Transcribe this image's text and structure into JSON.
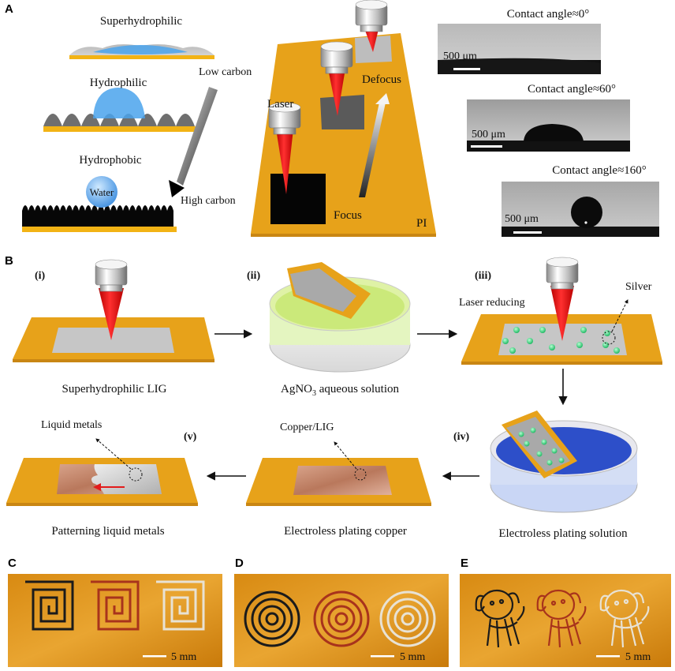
{
  "panel_labels": {
    "a": "A",
    "b": "B",
    "c": "C",
    "d": "D",
    "e": "E"
  },
  "panel_a": {
    "superhydrophilic": "Superhydrophilic",
    "hydrophilic": "Hydrophilic",
    "hydrophobic": "Hydrophobic",
    "water": "Water",
    "low_carbon": "Low carbon",
    "high_carbon": "High carbon",
    "laser": "Laser",
    "defocus": "Defocus",
    "focus": "Focus",
    "pi": "PI",
    "contact_angles": [
      "Contact angle≈0°",
      "Contact angle≈60°",
      "Contact angle≈160°"
    ],
    "scale_bar": "500 μm"
  },
  "panel_b": {
    "steps": [
      "(i)",
      "(ii)",
      "(iii)",
      "(iv)",
      "(v)"
    ],
    "superhydrophilic_lig": "Superhydrophilic LIG",
    "agno3_main": "AgNO",
    "agno3_sub": "3",
    "agno3_rest": " aqueous solution",
    "laser_reducing": "Laser reducing",
    "silver": "Silver",
    "electroless_solution": "Electroless plating solution",
    "electroless_copper": "Electroless plating copper",
    "copper_lig": "Copper/LIG",
    "liquid_metals": "Liquid metals",
    "patterning": "Patterning liquid metals"
  },
  "photos": {
    "scale_bar": "5 mm"
  },
  "colors": {
    "pi_orange": "#e7a21a",
    "laser_red": "#e31b1b",
    "lig_gray": "#9a9a9a",
    "silver_green": "#34d17a",
    "plating_blue": "#2d4fc9",
    "copper": "#c98a6a"
  }
}
